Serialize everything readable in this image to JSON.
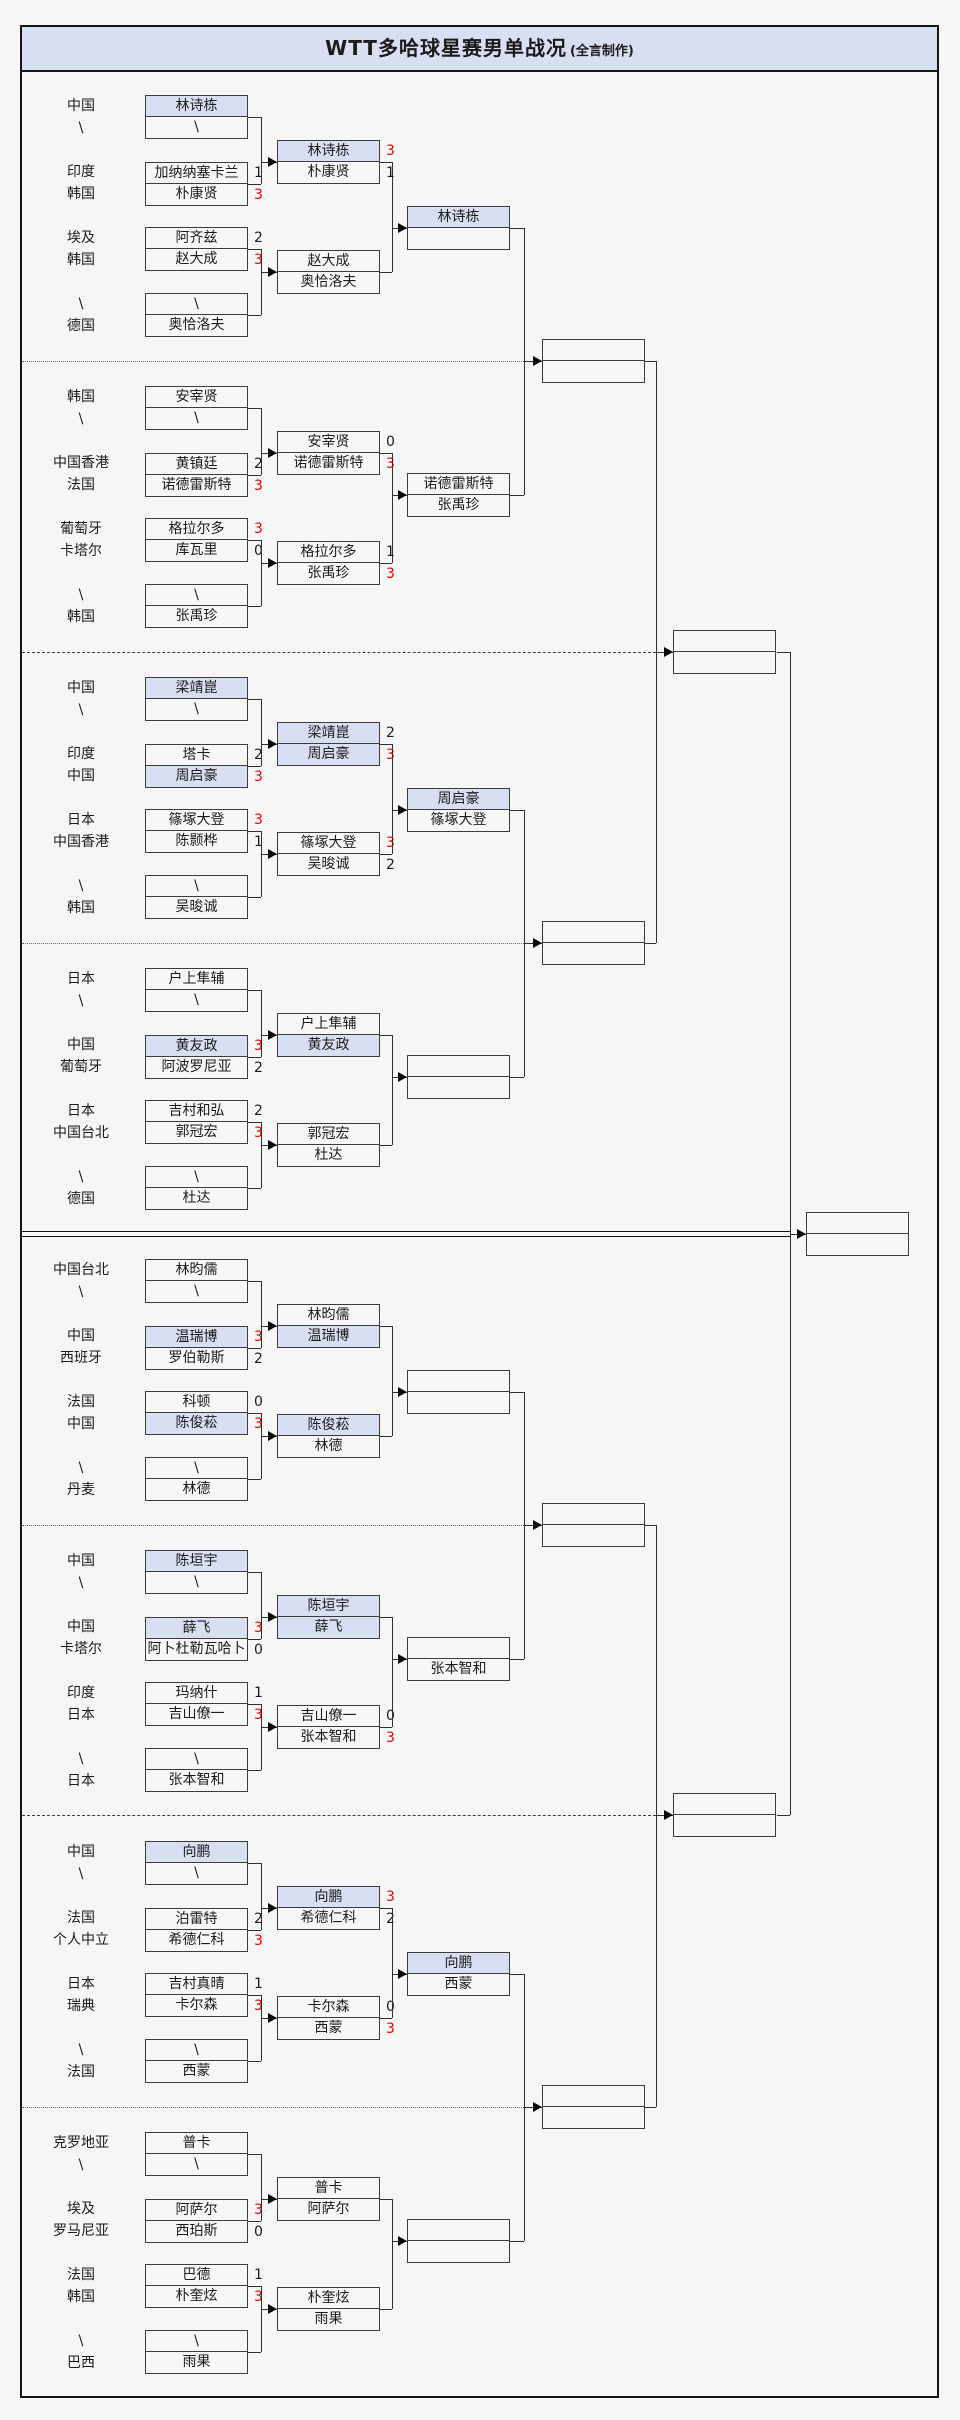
{
  "title": {
    "main": "WTT多哈球星赛男单战况",
    "credit": "(全言制作)"
  },
  "colors": {
    "highlight_cn": "#d9dff2",
    "title_bar": "#d9dff2",
    "win_score": "#ef0000",
    "background": "#f6f6f6",
    "line": "#2f2f2f"
  },
  "sections": [
    {
      "labels": [
        "中国",
        "\\",
        "印度",
        "韩国",
        "埃及",
        "韩国",
        "\\",
        "德国"
      ],
      "r1": [
        {
          "top": {
            "name": "林诗栋",
            "cn": true
          },
          "bottom": {
            "name": "\\"
          }
        },
        {
          "top": {
            "name": "加纳纳塞卡兰",
            "score": "1"
          },
          "bottom": {
            "name": "朴康贤",
            "score": "3",
            "win": true
          }
        },
        {
          "top": {
            "name": "阿齐兹",
            "score": "2"
          },
          "bottom": {
            "name": "赵大成",
            "score": "3",
            "win": true
          }
        },
        {
          "top": {
            "name": "\\"
          },
          "bottom": {
            "name": "奥恰洛夫"
          }
        }
      ],
      "r2": [
        {
          "top": {
            "name": "林诗栋",
            "cn": true,
            "score": "3",
            "win": true
          },
          "bottom": {
            "name": "朴康贤",
            "score": "1"
          }
        },
        {
          "top": {
            "name": "赵大成"
          },
          "bottom": {
            "name": "奥恰洛夫"
          }
        }
      ],
      "r3": {
        "top": {
          "name": "林诗栋",
          "cn": true
        },
        "bottom": {
          "name": ""
        }
      }
    },
    {
      "labels": [
        "韩国",
        "\\",
        "中国香港",
        "法国",
        "葡萄牙",
        "卡塔尔",
        "\\",
        "韩国"
      ],
      "r1": [
        {
          "top": {
            "name": "安宰贤"
          },
          "bottom": {
            "name": "\\"
          }
        },
        {
          "top": {
            "name": "黄镇廷",
            "score": "2"
          },
          "bottom": {
            "name": "诺德雷斯特",
            "score": "3",
            "win": true
          }
        },
        {
          "top": {
            "name": "格拉尔多",
            "score": "3",
            "win": true
          },
          "bottom": {
            "name": "库瓦里",
            "score": "0"
          }
        },
        {
          "top": {
            "name": "\\"
          },
          "bottom": {
            "name": "张禹珍"
          }
        }
      ],
      "r2": [
        {
          "top": {
            "name": "安宰贤",
            "score": "0"
          },
          "bottom": {
            "name": "诺德雷斯特",
            "score": "3",
            "win": true
          }
        },
        {
          "top": {
            "name": "格拉尔多",
            "score": "1"
          },
          "bottom": {
            "name": "张禹珍",
            "score": "3",
            "win": true
          }
        }
      ],
      "r3": {
        "top": {
          "name": "诺德雷斯特"
        },
        "bottom": {
          "name": "张禹珍"
        }
      }
    },
    {
      "labels": [
        "中国",
        "\\",
        "印度",
        "中国",
        "日本",
        "中国香港",
        "\\",
        "韩国"
      ],
      "r1": [
        {
          "top": {
            "name": "梁靖崑",
            "cn": true
          },
          "bottom": {
            "name": "\\"
          }
        },
        {
          "top": {
            "name": "塔卡",
            "score": "2"
          },
          "bottom": {
            "name": "周启豪",
            "cn": true,
            "score": "3",
            "win": true
          }
        },
        {
          "top": {
            "name": "篠塚大登",
            "score": "3",
            "win": true
          },
          "bottom": {
            "name": "陈颢桦",
            "score": "1"
          }
        },
        {
          "top": {
            "name": "\\"
          },
          "bottom": {
            "name": "吴晙诚"
          }
        }
      ],
      "r2": [
        {
          "top": {
            "name": "梁靖崑",
            "cn": true,
            "score": "2"
          },
          "bottom": {
            "name": "周启豪",
            "cn": true,
            "score": "3",
            "win": true
          }
        },
        {
          "top": {
            "name": "篠塚大登",
            "score": "3",
            "win": true
          },
          "bottom": {
            "name": "吴晙诚",
            "score": "2"
          }
        }
      ],
      "r3": {
        "top": {
          "name": "周启豪",
          "cn": true
        },
        "bottom": {
          "name": "篠塚大登"
        }
      }
    },
    {
      "labels": [
        "日本",
        "\\",
        "中国",
        "葡萄牙",
        "日本",
        "中国台北",
        "\\",
        "德国"
      ],
      "r1": [
        {
          "top": {
            "name": "户上隼辅"
          },
          "bottom": {
            "name": "\\"
          }
        },
        {
          "top": {
            "name": "黄友政",
            "cn": true,
            "score": "3",
            "win": true
          },
          "bottom": {
            "name": "阿波罗尼亚",
            "score": "2"
          }
        },
        {
          "top": {
            "name": "吉村和弘",
            "score": "2"
          },
          "bottom": {
            "name": "郭冠宏",
            "score": "3",
            "win": true
          }
        },
        {
          "top": {
            "name": "\\"
          },
          "bottom": {
            "name": "杜达"
          }
        }
      ],
      "r2": [
        {
          "top": {
            "name": "户上隼辅"
          },
          "bottom": {
            "name": "黄友政",
            "cn": true
          }
        },
        {
          "top": {
            "name": "郭冠宏"
          },
          "bottom": {
            "name": "杜达"
          }
        }
      ],
      "r3": {
        "top": {
          "name": ""
        },
        "bottom": {
          "name": ""
        }
      }
    },
    {
      "labels": [
        "中国台北",
        "\\",
        "中国",
        "西班牙",
        "法国",
        "中国",
        "\\",
        "丹麦"
      ],
      "r1": [
        {
          "top": {
            "name": "林昀儒"
          },
          "bottom": {
            "name": "\\"
          }
        },
        {
          "top": {
            "name": "温瑞博",
            "cn": true,
            "score": "3",
            "win": true
          },
          "bottom": {
            "name": "罗伯勒斯",
            "score": "2"
          }
        },
        {
          "top": {
            "name": "科顿",
            "score": "0"
          },
          "bottom": {
            "name": "陈俊菘",
            "cn": true,
            "score": "3",
            "win": true
          }
        },
        {
          "top": {
            "name": "\\"
          },
          "bottom": {
            "name": "林德"
          }
        }
      ],
      "r2": [
        {
          "top": {
            "name": "林昀儒"
          },
          "bottom": {
            "name": "温瑞博",
            "cn": true
          }
        },
        {
          "top": {
            "name": "陈俊菘",
            "cn": true
          },
          "bottom": {
            "name": "林德"
          }
        }
      ],
      "r3": {
        "top": {
          "name": ""
        },
        "bottom": {
          "name": ""
        }
      }
    },
    {
      "labels": [
        "中国",
        "\\",
        "中国",
        "卡塔尔",
        "印度",
        "日本",
        "\\",
        "日本"
      ],
      "r1": [
        {
          "top": {
            "name": "陈垣宇",
            "cn": true
          },
          "bottom": {
            "name": "\\"
          }
        },
        {
          "top": {
            "name": "薛飞",
            "cn": true,
            "score": "3",
            "win": true
          },
          "bottom": {
            "name": "阿卜杜勒瓦哈卜",
            "score": "0"
          }
        },
        {
          "top": {
            "name": "玛纳什",
            "score": "1"
          },
          "bottom": {
            "name": "吉山僚一",
            "score": "3",
            "win": true
          }
        },
        {
          "top": {
            "name": "\\"
          },
          "bottom": {
            "name": "张本智和"
          }
        }
      ],
      "r2": [
        {
          "top": {
            "name": "陈垣宇",
            "cn": true
          },
          "bottom": {
            "name": "薛飞",
            "cn": true
          }
        },
        {
          "top": {
            "name": "吉山僚一",
            "score": "0"
          },
          "bottom": {
            "name": "张本智和",
            "score": "3",
            "win": true
          }
        }
      ],
      "r3": {
        "top": {
          "name": ""
        },
        "bottom": {
          "name": "张本智和"
        }
      }
    },
    {
      "labels": [
        "中国",
        "\\",
        "法国",
        "个人中立",
        "日本",
        "瑞典",
        "\\",
        "法国"
      ],
      "r1": [
        {
          "top": {
            "name": "向鹏",
            "cn": true
          },
          "bottom": {
            "name": "\\"
          }
        },
        {
          "top": {
            "name": "泊雷特",
            "score": "2"
          },
          "bottom": {
            "name": "希德仁科",
            "score": "3",
            "win": true
          }
        },
        {
          "top": {
            "name": "吉村真晴",
            "score": "1"
          },
          "bottom": {
            "name": "卡尔森",
            "score": "3",
            "win": true
          }
        },
        {
          "top": {
            "name": "\\"
          },
          "bottom": {
            "name": "西蒙"
          }
        }
      ],
      "r2": [
        {
          "top": {
            "name": "向鹏",
            "cn": true,
            "score": "3",
            "win": true
          },
          "bottom": {
            "name": "希德仁科",
            "score": "2"
          }
        },
        {
          "top": {
            "name": "卡尔森",
            "score": "0"
          },
          "bottom": {
            "name": "西蒙",
            "score": "3",
            "win": true
          }
        }
      ],
      "r3": {
        "top": {
          "name": "向鹏",
          "cn": true
        },
        "bottom": {
          "name": "西蒙"
        }
      }
    },
    {
      "labels": [
        "克罗地亚",
        "\\",
        "埃及",
        "罗马尼亚",
        "法国",
        "韩国",
        "\\",
        "巴西"
      ],
      "r1": [
        {
          "top": {
            "name": "普卡"
          },
          "bottom": {
            "name": "\\"
          }
        },
        {
          "top": {
            "name": "阿萨尔",
            "score": "3",
            "win": true
          },
          "bottom": {
            "name": "西珀斯",
            "score": "0"
          }
        },
        {
          "top": {
            "name": "巴德",
            "score": "1"
          },
          "bottom": {
            "name": "朴奎炫",
            "score": "3",
            "win": true
          }
        },
        {
          "top": {
            "name": "\\"
          },
          "bottom": {
            "name": "雨果"
          }
        }
      ],
      "r2": [
        {
          "top": {
            "name": "普卡"
          },
          "bottom": {
            "name": "阿萨尔"
          }
        },
        {
          "top": {
            "name": "朴奎炫"
          },
          "bottom": {
            "name": "雨果"
          }
        }
      ],
      "r3": {
        "top": {
          "name": ""
        },
        "bottom": {
          "name": ""
        }
      }
    }
  ],
  "quarterfinals": [
    {
      "top": {
        "name": ""
      },
      "bottom": {
        "name": ""
      }
    },
    {
      "top": {
        "name": ""
      },
      "bottom": {
        "name": ""
      }
    },
    {
      "top": {
        "name": ""
      },
      "bottom": {
        "name": ""
      }
    },
    {
      "top": {
        "name": ""
      },
      "bottom": {
        "name": ""
      }
    }
  ],
  "semifinals": [
    {
      "top": {
        "name": ""
      },
      "bottom": {
        "name": ""
      }
    },
    {
      "top": {
        "name": ""
      },
      "bottom": {
        "name": ""
      }
    }
  ],
  "final": {
    "top": {
      "name": ""
    },
    "bottom": {
      "name": ""
    }
  }
}
